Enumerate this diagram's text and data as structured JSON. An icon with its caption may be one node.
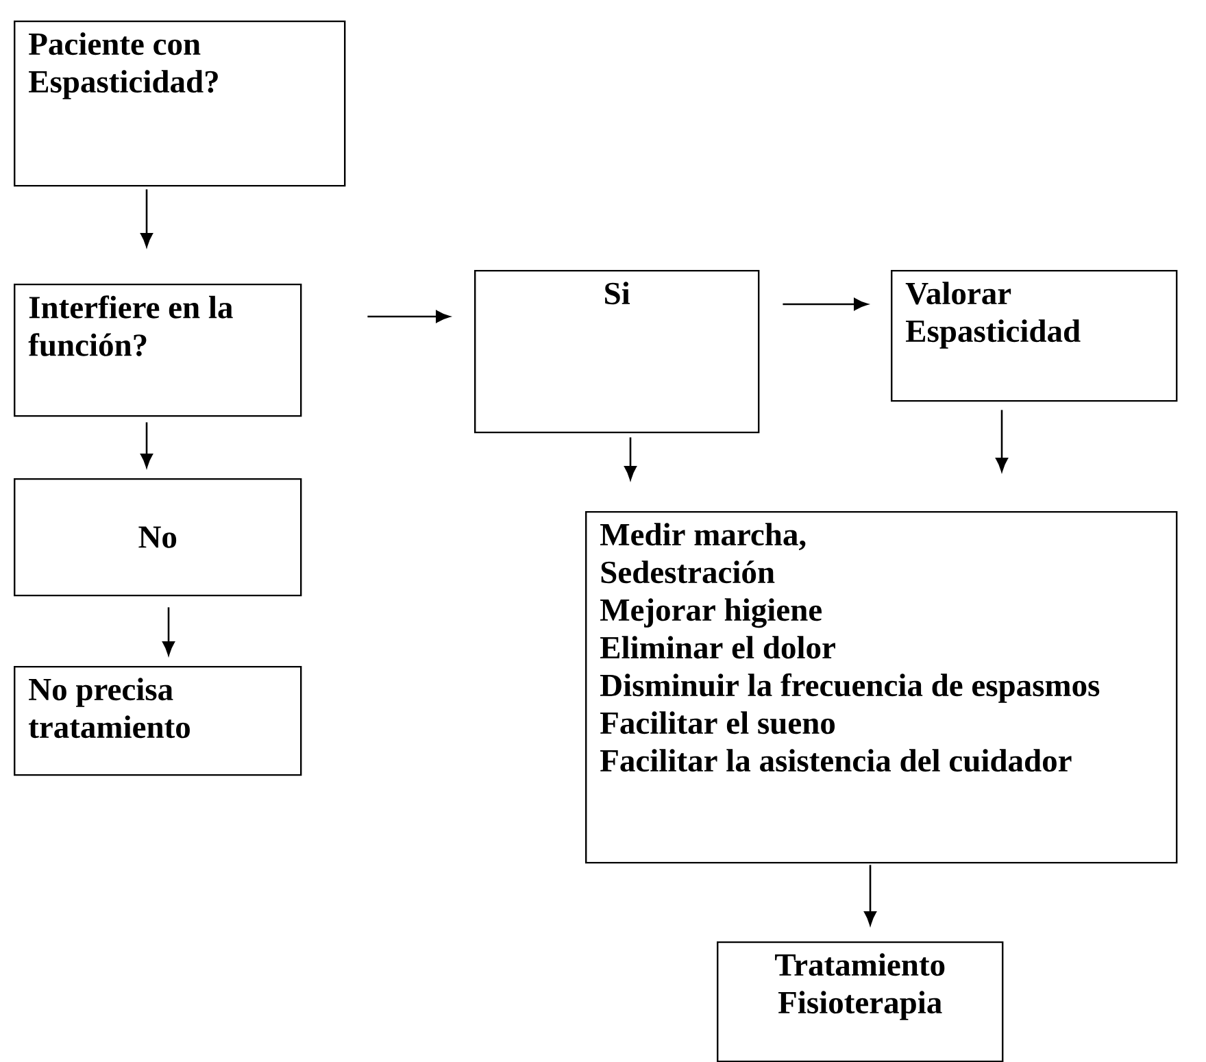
{
  "diagram": {
    "nodes": [
      {
        "text": [
          "Paciente con Espasticidad?"
        ]
      },
      {
        "text": [
          "Interfiere en la función?"
        ]
      },
      {
        "text": [
          "No"
        ]
      },
      {
        "text": [
          "No precisa tratamiento"
        ]
      },
      {
        "text": [
          "Si"
        ]
      },
      {
        "text": [
          "Valorar Espasticidad"
        ]
      },
      {
        "text": [
          "Medir marcha,",
          "Sedestración",
          "Mejorar higiene",
          "Eliminar el dolor",
          "Disminuir la frecuencia de espasmos",
          "Facilitar el sueno",
          "Facilitar la asistencia del cuidador"
        ]
      },
      {
        "text": [
          "Tratamiento Fisioterapia"
        ]
      }
    ],
    "edges": [
      {
        "from": 0,
        "to": 1,
        "arrow": "to"
      },
      {
        "from": 1,
        "to": 2,
        "arrow": "to"
      },
      {
        "from": 2,
        "to": 3,
        "arrow": "to"
      },
      {
        "from": 1,
        "to": 4,
        "arrow": "to"
      },
      {
        "from": 4,
        "to": 5,
        "arrow": "to"
      },
      {
        "from": 5,
        "to": 6,
        "arrow": "to"
      },
      {
        "from": 4,
        "to": 6,
        "arrow": "to"
      },
      {
        "from": 6,
        "to": 7,
        "arrow": "to"
      }
    ]
  }
}
